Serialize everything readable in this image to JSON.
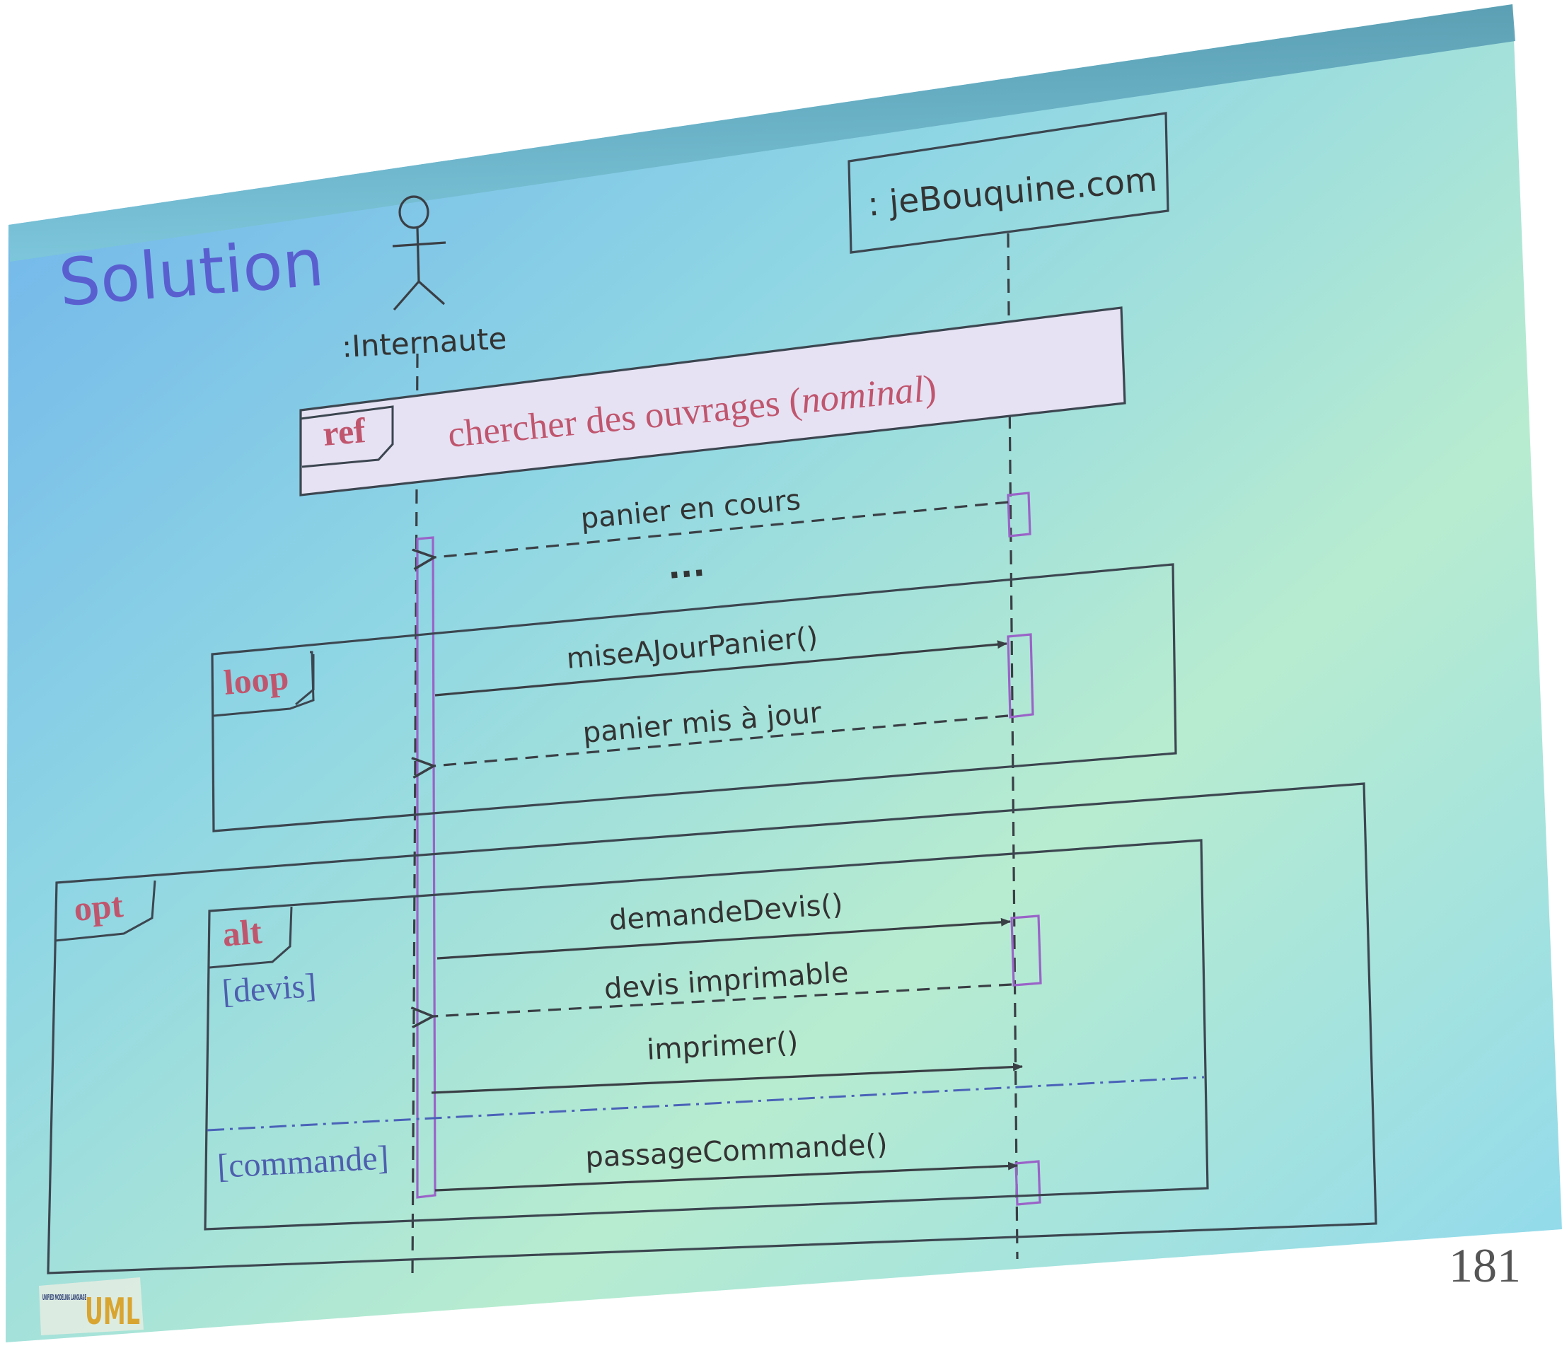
{
  "slide": {
    "title": "Solution",
    "page_number": "181",
    "colors": {
      "title": "#5a5fd0",
      "keyword": "#c0566e",
      "guard": "#4d5fae",
      "activation": "#9a63c8",
      "ref_fill": "#e6e2f4"
    }
  },
  "lifelines": {
    "internaute": ":Internaute",
    "jebouquine": ": jeBouquine.com"
  },
  "ref_fragment": {
    "keyword": "ref",
    "label_prefix": "chercher des ouvrages (",
    "label_italic": "nominal",
    "label_suffix": ")"
  },
  "fragments": {
    "loop": "loop",
    "opt": "opt",
    "alt": "alt",
    "guard_devis": "[devis]",
    "guard_commande": "[commande]"
  },
  "messages": {
    "panier_en_cours": "panier en cours",
    "ellipsis": "...",
    "mise_a_jour": "miseAJourPanier()",
    "panier_mis_a_jour": "panier mis à jour",
    "demande_devis": "demandeDevis()",
    "devis_imprimable": "devis imprimable",
    "imprimer": "imprimer()",
    "passage_commande": "passageCommande()"
  },
  "logo": {
    "letters": "UML",
    "caption": "UNIFIED MODELING LANGUAGE"
  },
  "icons": {
    "actor": "stick-figure-icon",
    "logo": "uml-logo-icon"
  }
}
